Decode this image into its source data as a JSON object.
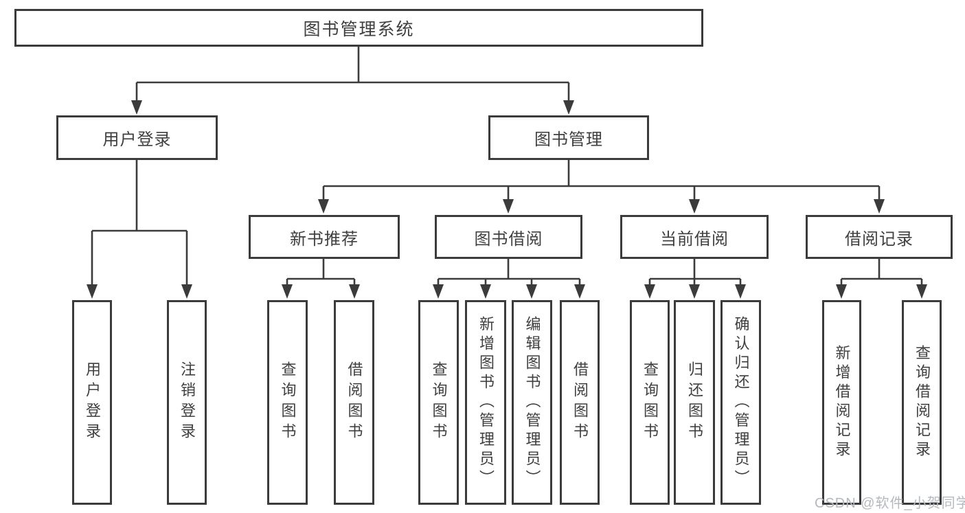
{
  "tree": {
    "root": {
      "label": "图书管理系统"
    },
    "branches": [
      {
        "label": "用户登录",
        "children": [
          {
            "label": "用户登录"
          },
          {
            "label": "注销登录"
          }
        ]
      },
      {
        "label": "图书管理",
        "children": [
          {
            "label": "新书推荐",
            "children": [
              {
                "label": "查询图书"
              },
              {
                "label": "借阅图书"
              }
            ]
          },
          {
            "label": "图书借阅",
            "children": [
              {
                "label": "查询图书"
              },
              {
                "label": "新增图书（管理员）"
              },
              {
                "label": "编辑图书（管理员）"
              },
              {
                "label": "借阅图书"
              }
            ]
          },
          {
            "label": "当前借阅",
            "children": [
              {
                "label": "查询图书"
              },
              {
                "label": "归还图书"
              },
              {
                "label": "确认归还（管理员）"
              }
            ]
          },
          {
            "label": "借阅记录",
            "children": [
              {
                "label": "新增借阅记录"
              },
              {
                "label": "查询借阅记录"
              }
            ]
          }
        ]
      }
    ]
  },
  "watermark": {
    "text": "CSDN @软件_小贺同学",
    "color": "#b4b9bf"
  },
  "colors": {
    "line": "#3b3b3b",
    "box_border": "#3b3b3b",
    "text": "#3f3f3f",
    "background": "#ffffff"
  }
}
